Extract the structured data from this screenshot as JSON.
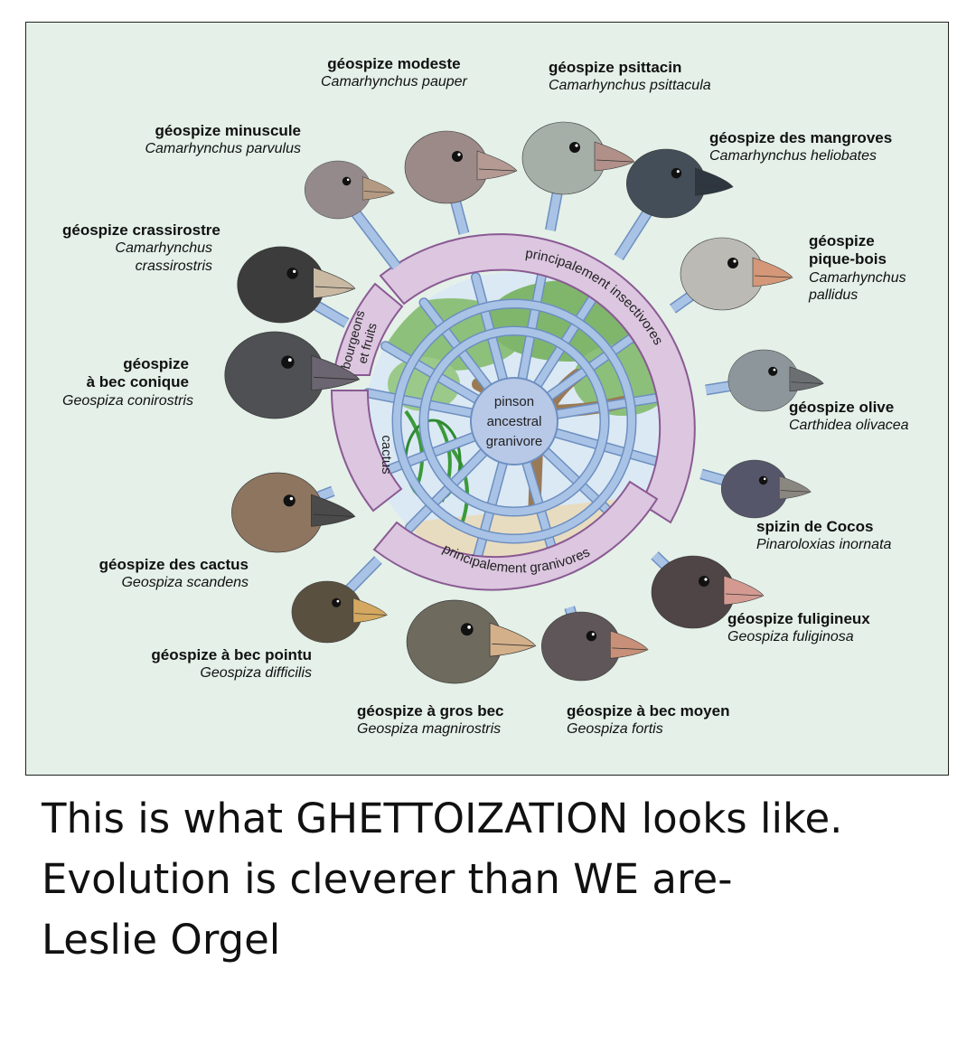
{
  "diagram": {
    "center_label": [
      "pinson",
      "ancestral",
      "granivore"
    ],
    "diet_groups": {
      "insectivores": "principalement insectivores",
      "granivores": "principalement granivores",
      "cactus": "cactus",
      "buds": [
        "bourgeons",
        "et fruits"
      ]
    },
    "species": [
      {
        "common": "géospize modeste",
        "scientific": "Camarhynchus pauper"
      },
      {
        "common": "géospize psittacin",
        "scientific": "Camarhynchus psittacula"
      },
      {
        "common": "géospize minuscule",
        "scientific": "Camarhynchus parvulus"
      },
      {
        "common": "géospize des mangroves",
        "scientific": "Camarhynchus heliobates"
      },
      {
        "common": "géospize crassirostre",
        "scientific": [
          "Camarhynchus",
          "crassirostris"
        ]
      },
      {
        "common": [
          "géospize",
          "pique-bois"
        ],
        "scientific": [
          "Camarhynchus",
          "pallidus"
        ]
      },
      {
        "common": [
          "géospize",
          "à bec conique"
        ],
        "scientific": "Geospiza conirostris"
      },
      {
        "common": "géospize olive",
        "scientific": "Carthidea olivacea"
      },
      {
        "common": "spizin de Cocos",
        "scientific": "Pinaroloxias inornata"
      },
      {
        "common": "géospize des cactus",
        "scientific": "Geospiza scandens"
      },
      {
        "common": "géospize fuligineux",
        "scientific": "Geospiza fuliginosa"
      },
      {
        "common": "géospize à bec pointu",
        "scientific": "Geospiza difficilis"
      },
      {
        "common": "géospize à gros bec",
        "scientific": "Geospiza magnirostris"
      },
      {
        "common": "géospize à bec moyen",
        "scientific": "Geospiza fortis"
      }
    ]
  },
  "caption": {
    "line1": "This is what GHETTOIZATION looks like.",
    "line2": "Evolution is cleverer than WE are-",
    "line3": "Leslie Orgel"
  },
  "colors": {
    "background": "#e4f0e8",
    "ring_fill": "#dcc6e0",
    "ring_stroke": "#8a5a92",
    "branch": "#a9c3e6",
    "branch_edge": "#6d8fc0",
    "center_fill": "#b8c9e8"
  },
  "birds": [
    {
      "name": "geospize-modeste",
      "body": "#9b8a87",
      "beak": "#b49a93",
      "size": 1.0
    },
    {
      "name": "geospize-psittacin",
      "body": "#a6aea8",
      "beak": "#b09088",
      "size": 1.0
    },
    {
      "name": "geospize-minuscule",
      "body": "#948a8c",
      "beak": "#b49a82",
      "size": 0.8
    },
    {
      "name": "geospize-des-mangroves",
      "body": "#444e58",
      "beak": "#2e3640",
      "size": 0.95
    },
    {
      "name": "geospize-crassirostre",
      "body": "#3c3c3c",
      "beak": "#c9b9a3",
      "size": 1.05
    },
    {
      "name": "geospize-pique-bois",
      "body": "#bcbab4",
      "beak": "#d49878",
      "size": 1.0
    },
    {
      "name": "geospize-a-bec-conique",
      "body": "#4e5054",
      "beak": "#6a6570",
      "size": 1.2
    },
    {
      "name": "geospize-olive",
      "body": "#8d969a",
      "beak": "#6b6f72",
      "size": 0.85
    },
    {
      "name": "spizin-de-cocos",
      "body": "#56566a",
      "beak": "#8a8680",
      "size": 0.8
    },
    {
      "name": "geospize-des-cactus",
      "body": "#8e7560",
      "beak": "#4a4a4a",
      "size": 1.1
    },
    {
      "name": "geospize-fuligineux",
      "body": "#4f4446",
      "beak": "#d49a92",
      "size": 1.0
    },
    {
      "name": "geospize-a-bec-pointu",
      "body": "#5a5040",
      "beak": "#d4a860",
      "size": 0.85
    },
    {
      "name": "geospize-a-gros-bec",
      "body": "#6e6a5e",
      "beak": "#d4b08a",
      "size": 1.15
    },
    {
      "name": "geospize-a-bec-moyen",
      "body": "#5e5658",
      "beak": "#c89078",
      "size": 0.95
    }
  ]
}
